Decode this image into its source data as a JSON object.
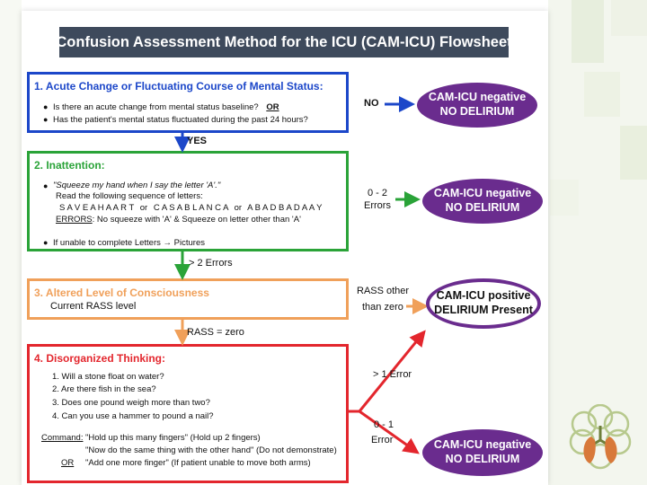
{
  "title": "Confusion Assessment Method for the ICU (CAM-ICU) Flowsheet",
  "colors": {
    "step1": "#1c47c9",
    "step2": "#2aa338",
    "step3": "#f0a05a",
    "step4": "#e3262d",
    "oval": "#6a2c8e",
    "title_bg": "#3e4a5c"
  },
  "step1": {
    "title": "1. Acute Change or Fluctuating Course of Mental Status:",
    "q1": "Is there an acute change from mental status baseline?",
    "q1_or": "OR",
    "q2": "Has the patient's mental status fluctuated during the past 24 hours?"
  },
  "step2": {
    "title": "2. Inattention:",
    "instr": "\"Squeeze my hand when I say the letter 'A'.\"",
    "read": "Read the following sequence of letters:",
    "seq1": "S A V E A H A A R T",
    "or1": "or",
    "seq2": "C A S A B L A N C A",
    "or2": "or",
    "seq3": "A B A D B A D A A Y",
    "errors_label": "ERRORS",
    "errors_text": ": No squeeze with 'A' & Squeeze on letter other than 'A'",
    "unable": "If unable to complete Letters → Pictures"
  },
  "step3": {
    "title": "3. Altered Level of Consciousness",
    "current": "Current RASS level"
  },
  "step4": {
    "title": "4. Disorganized Thinking:",
    "q1": "1.  Will a stone float on water?",
    "q2": "2.  Are there fish in the sea?",
    "q3": "3.  Does one pound weigh more than two?",
    "q4": "4.  Can you use a hammer to pound a nail?",
    "command_label": "Command:",
    "cmd1": "\"Hold up this many fingers\" (Hold up 2 fingers)",
    "cmd2": "\"Now do the same thing with the other hand\" (Do not demonstrate)",
    "cmd_or": "OR",
    "cmd3": "\"Add one more finger\" (If patient unable to move both arms)"
  },
  "connectors": {
    "no": "NO",
    "yes": "YES",
    "errors_0_2": "0 - 2",
    "errors_0_2_b": "Errors",
    "more_2": "> 2 Errors",
    "rass_other": "RASS other",
    "rass_other_b": "than zero",
    "rass_zero": "RASS = zero",
    "more_1": "> 1 Error",
    "errors_0_1": "0 - 1",
    "errors_0_1_b": "Error"
  },
  "outcomes": {
    "neg1_l1": "CAM-ICU negative",
    "neg1_l2": "NO DELIRIUM",
    "neg2_l1": "CAM-ICU negative",
    "neg2_l2": "NO DELIRIUM",
    "pos_l1": "CAM-ICU positive",
    "pos_l2": "DELIRIUM Present",
    "neg3_l1": "CAM-ICU negative",
    "neg3_l2": "NO DELIRIUM"
  }
}
